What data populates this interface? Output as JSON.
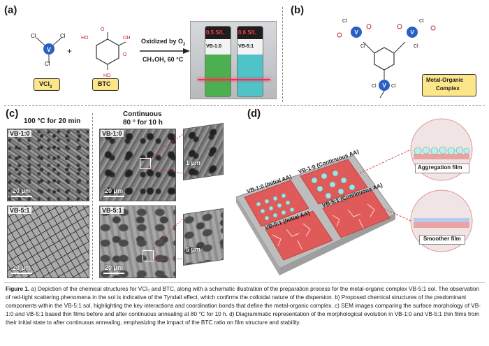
{
  "panel_a": {
    "label": "(a)",
    "reagent1": "VCl",
    "reagent1_sub": "3",
    "reagent2": "BTC",
    "plus": "+",
    "arrow_line1": "Oxidized by O",
    "arrow_line1_sub": "2",
    "arrow_line2": "CH₃OH, 60 °C",
    "vial1_conc": "0.5 S/L",
    "vial2_conc": "0.6 S/L",
    "vial1_label": "VB-1:0",
    "vial2_label": "VB-5:1",
    "atom_cl": "Cl",
    "atom_v": "V",
    "atom_oh": "OH",
    "atom_o": "O",
    "atom_ho": "HO"
  },
  "panel_b": {
    "label": "(b)",
    "complex_line1": "Metal-Organic",
    "complex_line2": "Complex"
  },
  "panel_c": {
    "label": "(c)",
    "col1_title": "100 °C for 20 min",
    "col2_title_line1": "Continuous",
    "col2_title_line2": "80 ° for 10 h",
    "row1_label": "VB-1:0",
    "row2_label": "VB-5:1",
    "scale_20": "20 μm",
    "scale_1": "1 μm",
    "scale_5": "5 μm"
  },
  "panel_d": {
    "label": "(d)",
    "tile1": "VB-1:0 (Initial AA)",
    "tile2": "VB-1:0 (Continuous AA)",
    "tile3": "VB-5:1 (Initial AA)",
    "tile4": "VB-5:1 (Continuous AA)",
    "callout1": "Aggregation film",
    "callout2": "Smoother film"
  },
  "caption": {
    "heading": "Figure 1.",
    "text": " a) Depiction of the chemical structures for VCl₃ and BTC, along with a schematic illustration of the preparation process for the metal-organic complex VB-5:1 sol. The observation of red-light scattering phenomena in the sol is indicative of the Tyndall effect, which confirms the colloidal nature of the dispersion. b) Proposed chemical structures of the predominant components within the VB-5:1 sol, highlighting the key interactions and coordination bonds that define the metal-organic complex. c) SEM images comparing the surface morphology of VB-1:0 and VB-5:1 based thin films before and after continuous annealing at 80 °C for 10 h. d) Diagrammatic representation of the morphological evolution in VB-1:0 and VB-5:1 thin films from their initial state to after continuous annealing, emphasizing the impact of the BTC ratio on film structure and stability."
  },
  "colors": {
    "vanadium_blue": "#2a5fc4",
    "label_box_yellow": "#fde68a",
    "film_red": "#e05a5a",
    "panel_bg": "#eeeeee",
    "vial_green": "#4caf50",
    "vial_teal": "#4fc3c7"
  }
}
